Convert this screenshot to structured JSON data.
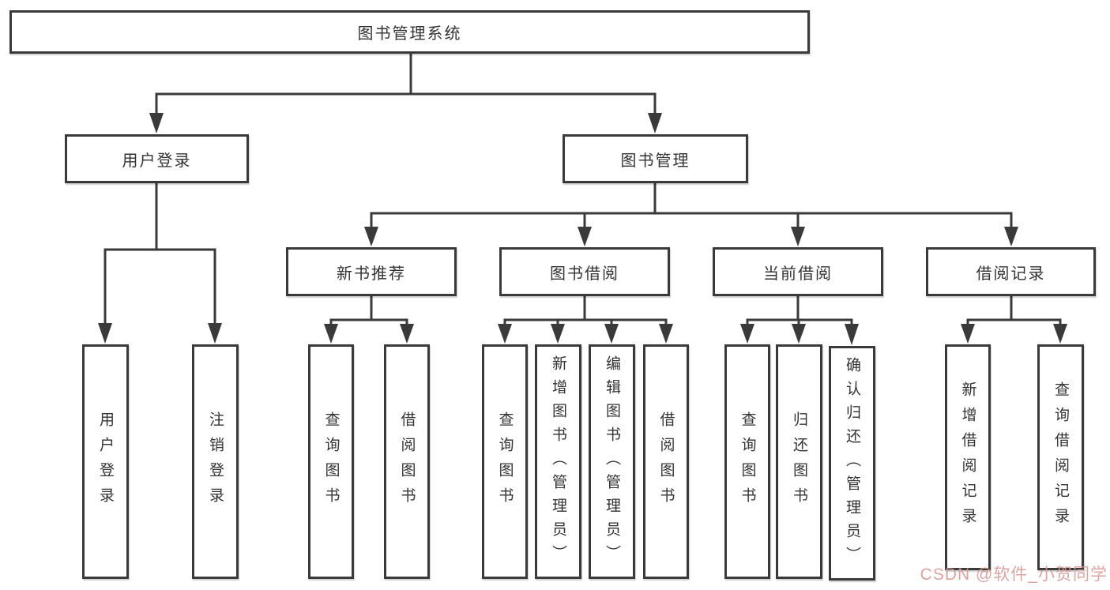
{
  "colors": {
    "line": "#3a3a3a",
    "ink": "#333333",
    "bg": "#ffffff",
    "watermark": "#d69b97"
  },
  "tree": {
    "label": "图书管理系统",
    "children": [
      {
        "label": "用户登录",
        "children": [
          {
            "label": "用户登录"
          },
          {
            "label": "注销登录"
          }
        ]
      },
      {
        "label": "图书管理",
        "children": [
          {
            "label": "新书推荐",
            "children": [
              {
                "label": "查询图书"
              },
              {
                "label": "借阅图书"
              }
            ]
          },
          {
            "label": "图书借阅",
            "children": [
              {
                "label": "查询图书"
              },
              {
                "label": "新增图书（管理员）"
              },
              {
                "label": "编辑图书（管理员）"
              },
              {
                "label": "借阅图书"
              }
            ]
          },
          {
            "label": "当前借阅",
            "children": [
              {
                "label": "查询图书"
              },
              {
                "label": "归还图书"
              },
              {
                "label": "确认归还（管理员）"
              }
            ]
          },
          {
            "label": "借阅记录",
            "children": [
              {
                "label": "新增借阅记录"
              },
              {
                "label": "查询借阅记录"
              }
            ]
          }
        ]
      }
    ]
  },
  "watermark": {
    "text": "CSDN @软件_小贺同学"
  }
}
